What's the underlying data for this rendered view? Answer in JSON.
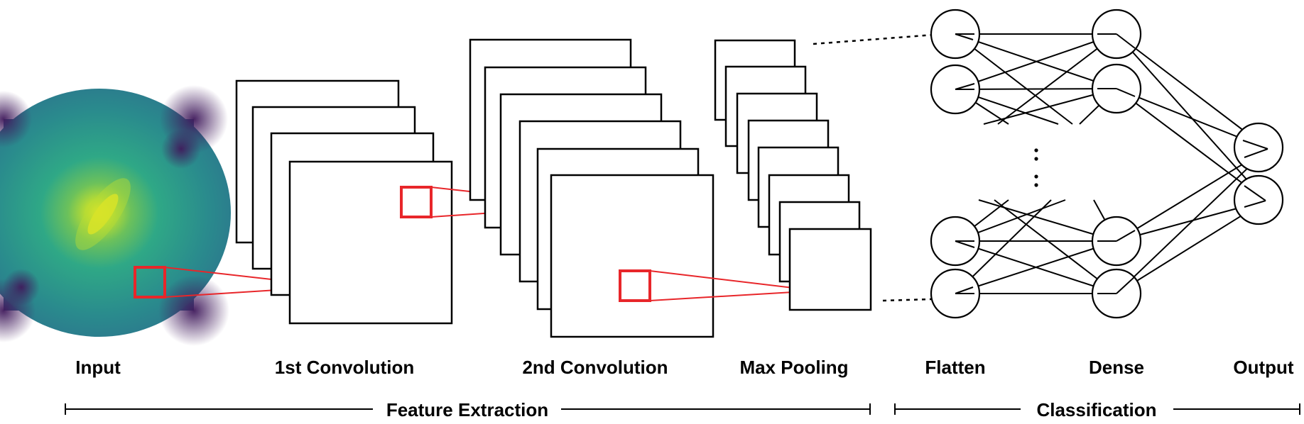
{
  "labels": {
    "input": "Input",
    "conv1": "1st Convolution",
    "conv2": "2nd Convolution",
    "pool": "Max Pooling",
    "flatten": "Flatten",
    "dense": "Dense",
    "output": "Output"
  },
  "groups": {
    "feature_extraction": "Feature Extraction",
    "classification": "Classification"
  },
  "colors": {
    "highlight": "#e8262a",
    "line": "#000000",
    "image_dark": "#3b1c5e",
    "image_mid": "#2b8c8d",
    "image_bright": "#f2e61f"
  },
  "icons": {
    "input_image": "galaxy-image"
  }
}
